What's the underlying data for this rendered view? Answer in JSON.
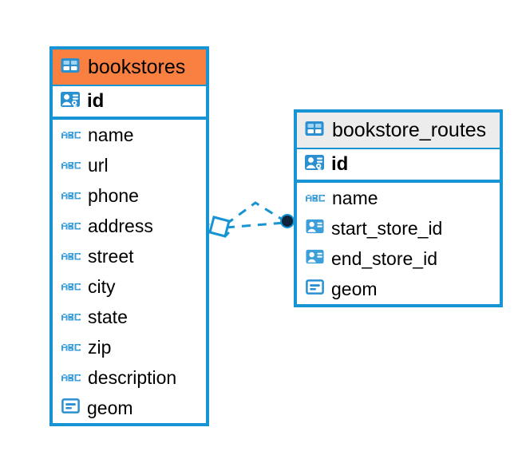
{
  "diagram": {
    "type": "entity-relationship-diagram",
    "background_color": "#ffffff",
    "accent_color": "#1794d4",
    "selected_color": "#f98040",
    "header_plain_color": "#ececec",
    "endpoint_color": "#10243b"
  },
  "entities": [
    {
      "name": "bookstores",
      "selected": true,
      "icon": "table-icon",
      "primary_key": {
        "label": "id",
        "icon": "primary-key-icon"
      },
      "fields": [
        {
          "label": "name",
          "icon": "abc-text-icon",
          "type": "text"
        },
        {
          "label": "url",
          "icon": "abc-text-icon",
          "type": "text"
        },
        {
          "label": "phone",
          "icon": "abc-text-icon",
          "type": "text"
        },
        {
          "label": "address",
          "icon": "abc-text-icon",
          "type": "text"
        },
        {
          "label": "street",
          "icon": "abc-text-icon",
          "type": "text"
        },
        {
          "label": "city",
          "icon": "abc-text-icon",
          "type": "text"
        },
        {
          "label": "state",
          "icon": "abc-text-icon",
          "type": "text"
        },
        {
          "label": "zip",
          "icon": "abc-text-icon",
          "type": "text"
        },
        {
          "label": "description",
          "icon": "abc-text-icon",
          "type": "text"
        },
        {
          "label": "geom",
          "icon": "geometry-icon",
          "type": "geometry"
        }
      ]
    },
    {
      "name": "bookstore_routes",
      "selected": false,
      "icon": "table-icon",
      "primary_key": {
        "label": "id",
        "icon": "primary-key-icon"
      },
      "fields": [
        {
          "label": "name",
          "icon": "abc-text-icon",
          "type": "text"
        },
        {
          "label": "start_store_id",
          "icon": "foreign-key-icon",
          "type": "reference"
        },
        {
          "label": "end_store_id",
          "icon": "foreign-key-icon",
          "type": "reference"
        },
        {
          "label": "geom",
          "icon": "geometry-icon",
          "type": "geometry"
        }
      ]
    }
  ],
  "relationship": {
    "source_marker": "diamond-handle",
    "target_marker": "filled-circle-endpoint",
    "line_style": "dashed",
    "branches": 2
  }
}
